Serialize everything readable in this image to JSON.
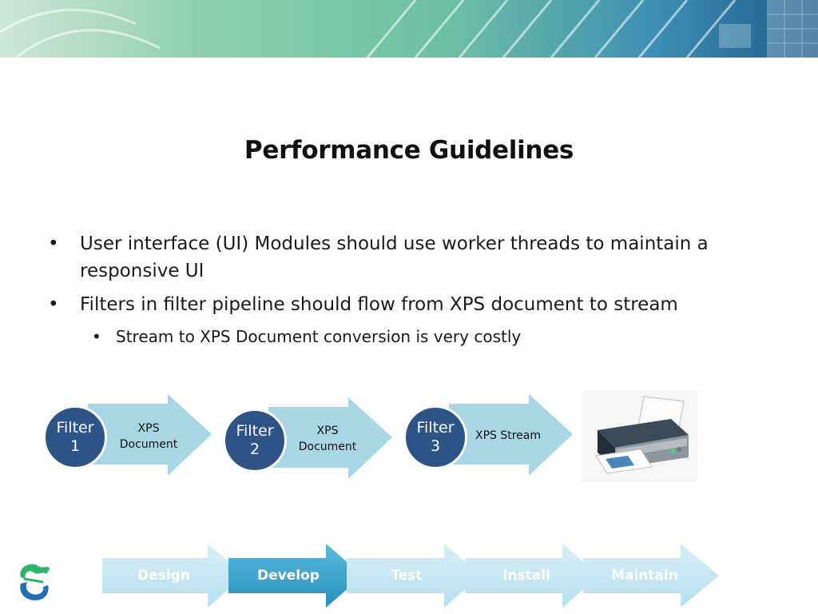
{
  "title": "Performance Guidelines",
  "bullets": [
    {
      "text": "User interface (UI) Modules should use worker threads to maintain a responsive UI",
      "marker": "•"
    },
    {
      "text": "Filters in filter pipeline should flow from XPS document to stream",
      "marker": "•"
    }
  ],
  "sub_bullets": [
    {
      "text": "Stream to XPS Document conversion is very costly",
      "marker": "•"
    }
  ],
  "pipeline": [
    {
      "filter_line1": "Filter",
      "filter_line2": "1",
      "label_line1": "XPS",
      "label_line2": "Document"
    },
    {
      "filter_line1": "Filter",
      "filter_line2": "2",
      "label_line1": "XPS",
      "label_line2": "Document"
    },
    {
      "filter_line1": "Filter",
      "filter_line2": "3",
      "label_line1": "XPS Stream",
      "label_line2": ""
    }
  ],
  "process_steps": [
    "Design",
    "Develop",
    "Test",
    "Install",
    "Maintain"
  ],
  "colors": {
    "filter_circle": "#2e5386",
    "arrow_fill": "#a8d6e4",
    "header_green": "#7cc6a0",
    "header_blue": "#1e5f8e",
    "process_light": "#c4e6f0",
    "process_active": "#2f9ec9"
  }
}
